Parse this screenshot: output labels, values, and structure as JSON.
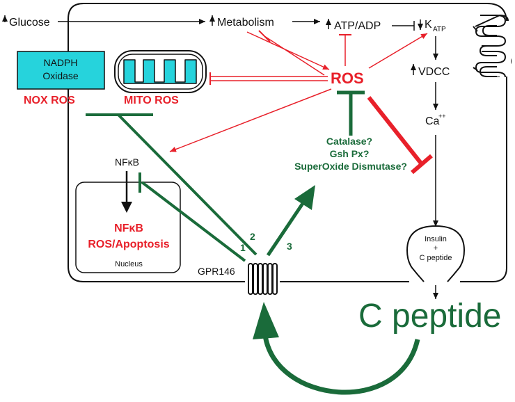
{
  "labels": {
    "glucose": "Glucose",
    "metabolism": "Metabolism",
    "atp_adp": "ATP/ADP",
    "katp_k": "K",
    "katp_sub": "ATP",
    "vdcc": "VDCC",
    "ca": "Ca",
    "ca_sup": "++",
    "nadph_line1": "NADPH",
    "nadph_line2": "Oxidase",
    "nox_ros": "NOX ROS",
    "mito_ros": "MITO ROS",
    "ros": "ROS",
    "catalase": "Catalase?",
    "gsh": "Gsh Px?",
    "sod": "SuperOxide Dismutase?",
    "nfkb": "NFκB",
    "nfkb_red": "NFκB",
    "ros_apoptosis": "ROS/Apoptosis",
    "nucleus": "Nucleus",
    "gpr146": "GPR146",
    "num1": "1",
    "num2": "2",
    "num3": "3",
    "insulin": "Insulin",
    "plus": "+",
    "c_peptide_small": "C peptide",
    "c_peptide_big": "C peptide"
  },
  "colors": {
    "red": "#e8202a",
    "green": "#1a6b3a",
    "black": "#111111",
    "cyan": "#26d3dc"
  }
}
